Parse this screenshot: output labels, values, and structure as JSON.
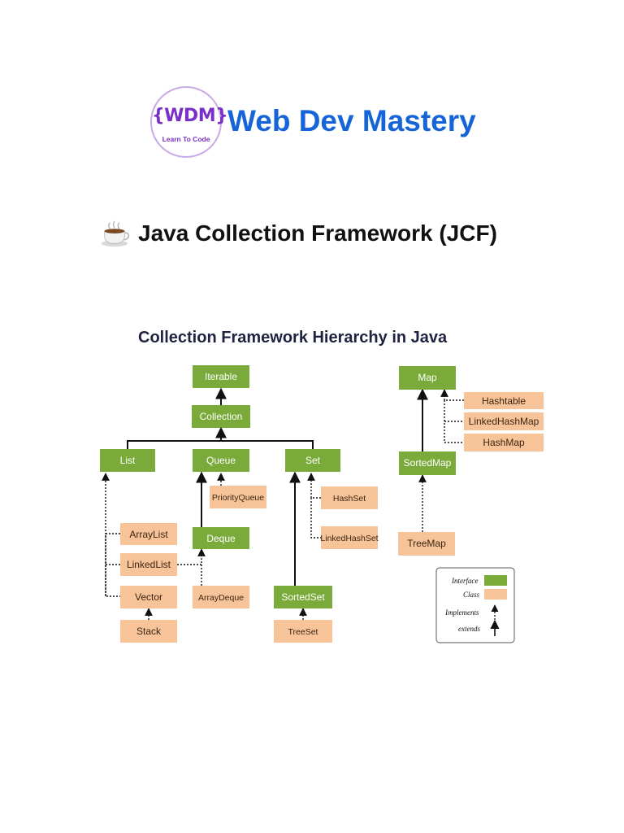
{
  "logo": {
    "mark": "{WDM}",
    "tagline": "Learn To Code",
    "brand": "Web Dev Mastery"
  },
  "page": {
    "title": "Java Collection Framework (JCF)"
  },
  "diagram": {
    "title": "Collection Framework Hierarchy in Java",
    "colors": {
      "interface": "#7aaa3a",
      "class": "#f7c49a",
      "arrow": "#111111"
    },
    "nodes": {
      "iterable": "Iterable",
      "collection": "Collection",
      "list": "List",
      "queue": "Queue",
      "set": "Set",
      "priority_queue": "PriorityQueue",
      "deque": "Deque",
      "hash_set": "HashSet",
      "linked_hash_set": "LinkedHashSet",
      "array_list": "ArrayList",
      "linked_list": "LinkedList",
      "vector": "Vector",
      "stack": "Stack",
      "array_deque": "ArrayDeque",
      "sorted_set": "SortedSet",
      "tree_set": "TreeSet",
      "map": "Map",
      "hashtable": "Hashtable",
      "linked_hash_map": "LinkedHashMap",
      "hash_map": "HashMap",
      "sorted_map": "SortedMap",
      "tree_map": "TreeMap"
    },
    "legend": {
      "interface": "Interface",
      "class": "Class",
      "implements": "Implements",
      "extends": "extends"
    }
  }
}
